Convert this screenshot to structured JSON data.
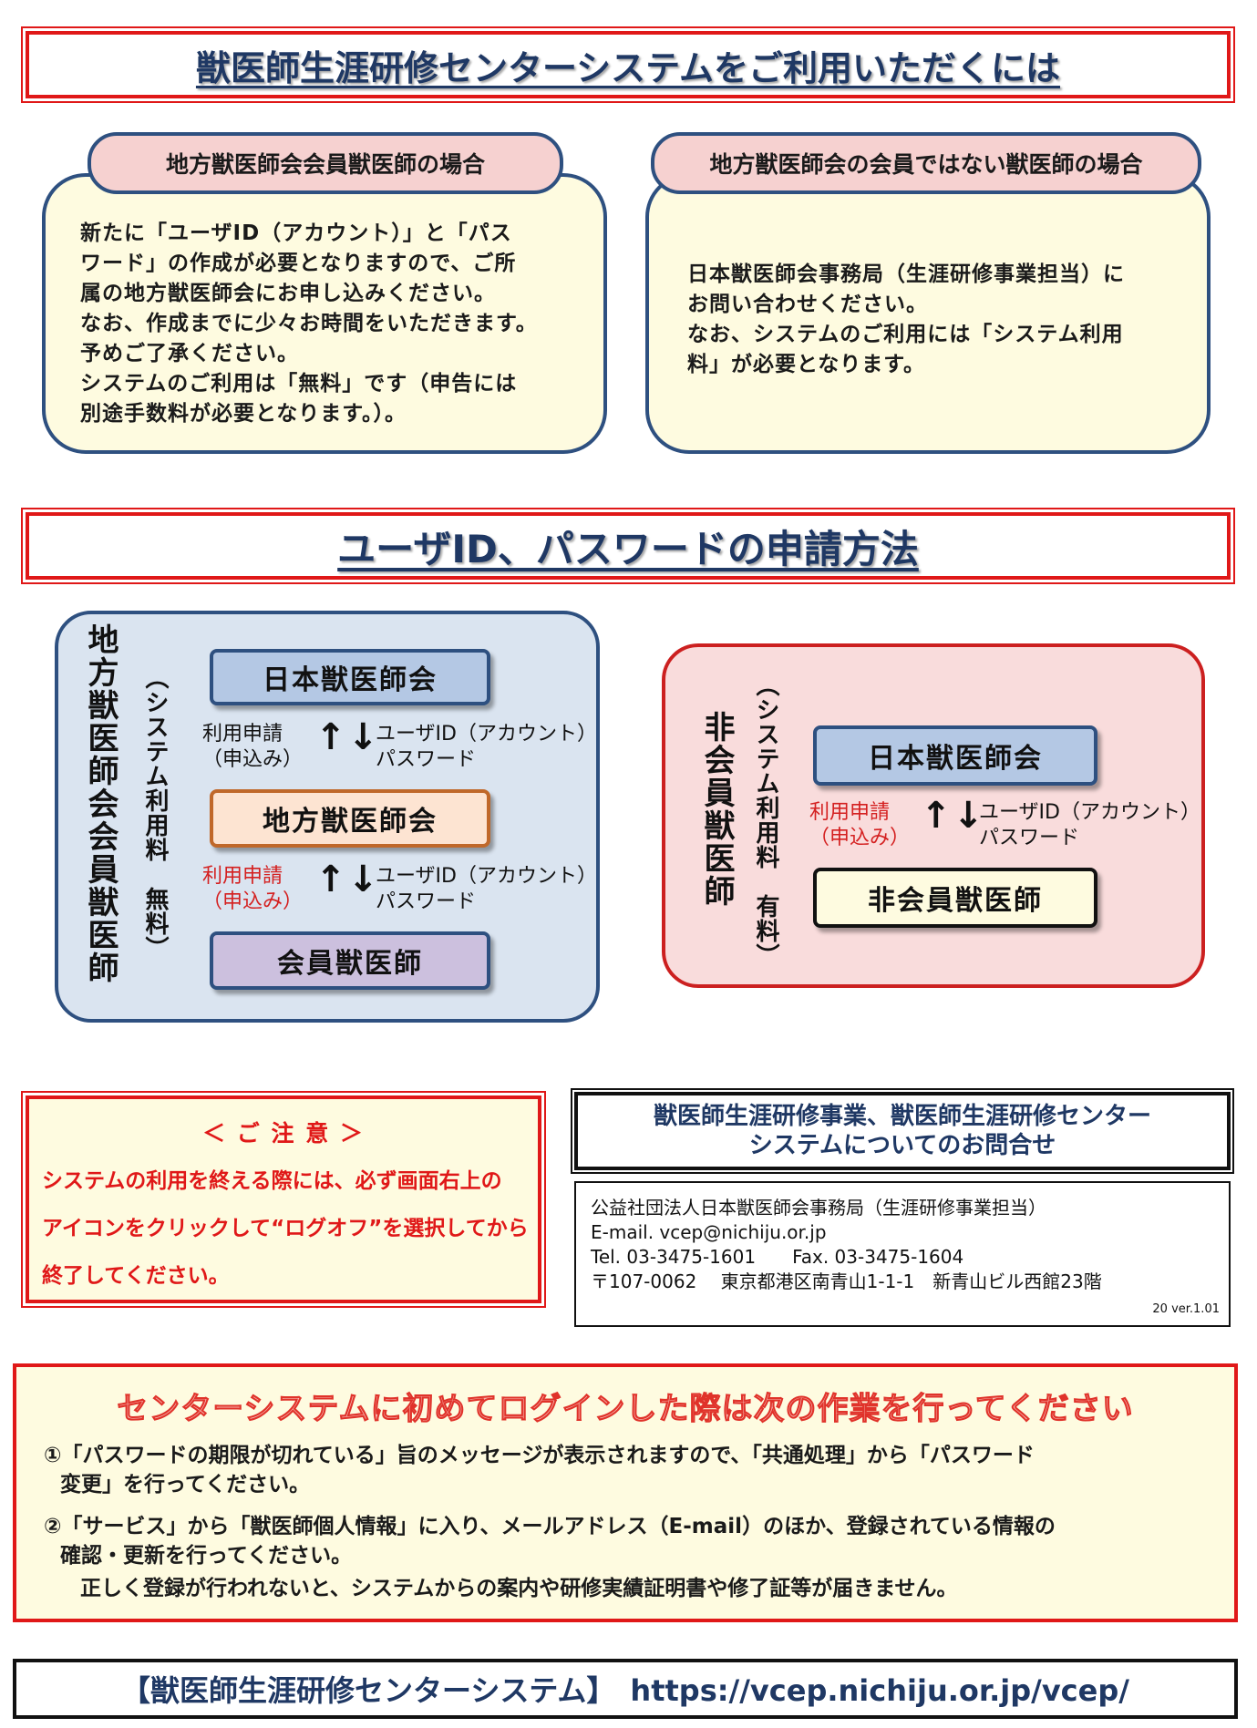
{
  "header1": {
    "title": "獣医師生涯研修センターシステムをご利用いただくには"
  },
  "member_case": {
    "tab": "地方獣医師会会員獣医師の場合",
    "lines": [
      "新たに「ユーザID（アカウント）」と「パス",
      "ワード」の作成が必要となりますので、ご所",
      "属の地方獣医師会にお申し込みください。",
      "なお、作成までに少々お時間をいただきます。",
      "予めご了承ください。",
      "システムのご利用は「無料」です（申告には",
      "別途手数料が必要となります。）。"
    ]
  },
  "nonmember_case": {
    "tab": "地方獣医師会の会員ではない獣医師の場合",
    "lines": [
      "日本獣医師会事務局（生涯研修事業担当）に",
      "お問い合わせください。",
      "なお、システムのご利用には「システム利用",
      "料」が必要となります。"
    ]
  },
  "header2": {
    "title": "ユーザID、パスワードの申請方法"
  },
  "diagram_member": {
    "side_title": "地方獣医師会会員獣医師",
    "side_note": "（システム利用料　無料）",
    "node_top": "日本獣医師会",
    "node_mid": "地方獣医師会",
    "node_bottom": "会員獣医師",
    "req1_a": "利用申請",
    "req1_b": "（申込み）",
    "req2_a": "利用申請",
    "req2_b": "（申込み）",
    "resp1_a": "ユーザID（アカウント）",
    "resp1_b": "パスワード",
    "resp2_a": "ユーザID（アカウント）",
    "resp2_b": "パスワード",
    "arrows": "↑↓"
  },
  "diagram_nonmember": {
    "side_title": "非会員獣医師",
    "side_note": "（システム利用料　有料）",
    "node_top": "日本獣医師会",
    "node_bottom": "非会員獣医師",
    "req_a": "利用申請",
    "req_b": "（申込み）",
    "resp_a": "ユーザID（アカウント）",
    "resp_b": "パスワード",
    "arrows": "↑↓"
  },
  "notice": {
    "title": "＜ ご 注 意 ＞",
    "lines": [
      "システムの利用を終える際には、必ず画面右上の",
      "アイコンをクリックして“ログオフ”を選択してから",
      "終了してください。"
    ]
  },
  "contact": {
    "title1": "獣医師生涯研修事業、獣医師生涯研修センター",
    "title2": "システムについてのお問合せ",
    "org": "公益社団法人日本獣医師会事務局（生涯研修事業担当）",
    "email": "E-mail. vcep@nichiju.or.jp",
    "phone": "Tel. 03-3475-1601　　Fax. 03-3475-1604",
    "address": "〒107-0062　 東京都港区南青山1-1-1　新青山ビル西館23階",
    "version": "20 ver.1.01"
  },
  "first_login": {
    "title": "センターシステムに初めてログインした際は次の作業を行ってください",
    "step1_a": "①「パスワードの期限が切れている」旨のメッセージが表示されますので、「共通処理」から「パスワード",
    "step1_b": "変更」を行ってください。",
    "step2_a": "②「サービス」から「獣医師個人情報」に入り、メールアドレス（E-mail）のほか、登録されている情報の",
    "step2_b": "確認・更新を行ってください。",
    "step2_c": "正しく登録が行われないと、システムからの案内や研修実績証明書や修了証等が届きません。"
  },
  "footer": {
    "text": "【獣医師生涯研修センターシステム】　https://vcep.nichiju.or.jp/vcep/"
  },
  "colors": {
    "navy": "#1f3864",
    "red": "#e01818",
    "cream": "#fefbe0",
    "pink": "#f6d1d0"
  }
}
